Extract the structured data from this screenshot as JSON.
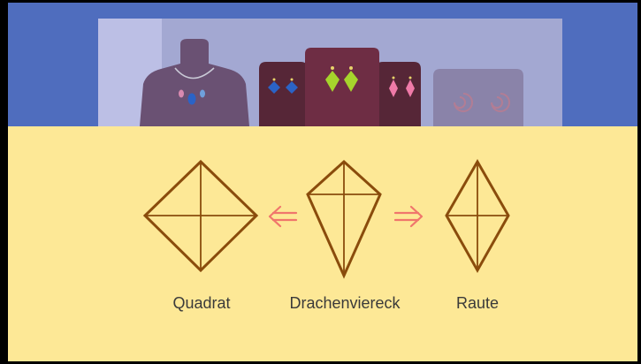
{
  "colors": {
    "sky": "#4f6dbe",
    "window": "#a3a8d2",
    "window_left": "#bcbfe5",
    "paper": "#fde896",
    "shape_stroke": "#8a4c0c",
    "arrow": "#f0766c",
    "dark_display": "#562637",
    "plum_display": "#6e2d44",
    "bust": "#6a5173",
    "blue_gem": "#2b63c6",
    "green_gem": "#a6d42c",
    "pink_gem": "#f07aa8"
  },
  "icons": {
    "arrow_left": "left-arrow-icon",
    "arrow_right": "right-arrow-icon"
  },
  "shapes": {
    "square": {
      "label": "Quadrat"
    },
    "kite": {
      "label": "Drachenviereck"
    },
    "rhombus": {
      "label": "Raute"
    }
  }
}
